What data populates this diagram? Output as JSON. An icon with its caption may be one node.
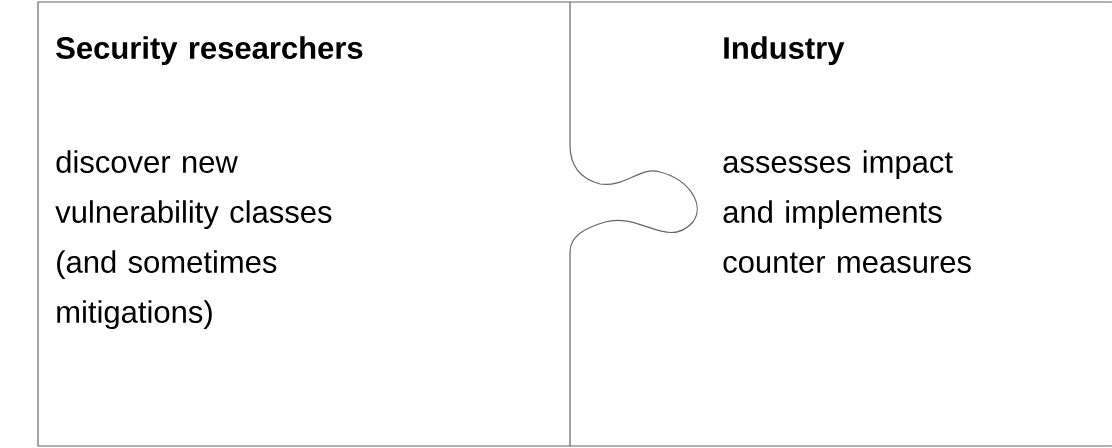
{
  "diagram": {
    "nodes": [
      {
        "text": [
          "Security researchers",
          "discover new vulnerability classes (and sometimes mitigations)"
        ]
      },
      {
        "text": [
          "Industry",
          "assesses impact and implements counter measures"
        ]
      }
    ]
  }
}
